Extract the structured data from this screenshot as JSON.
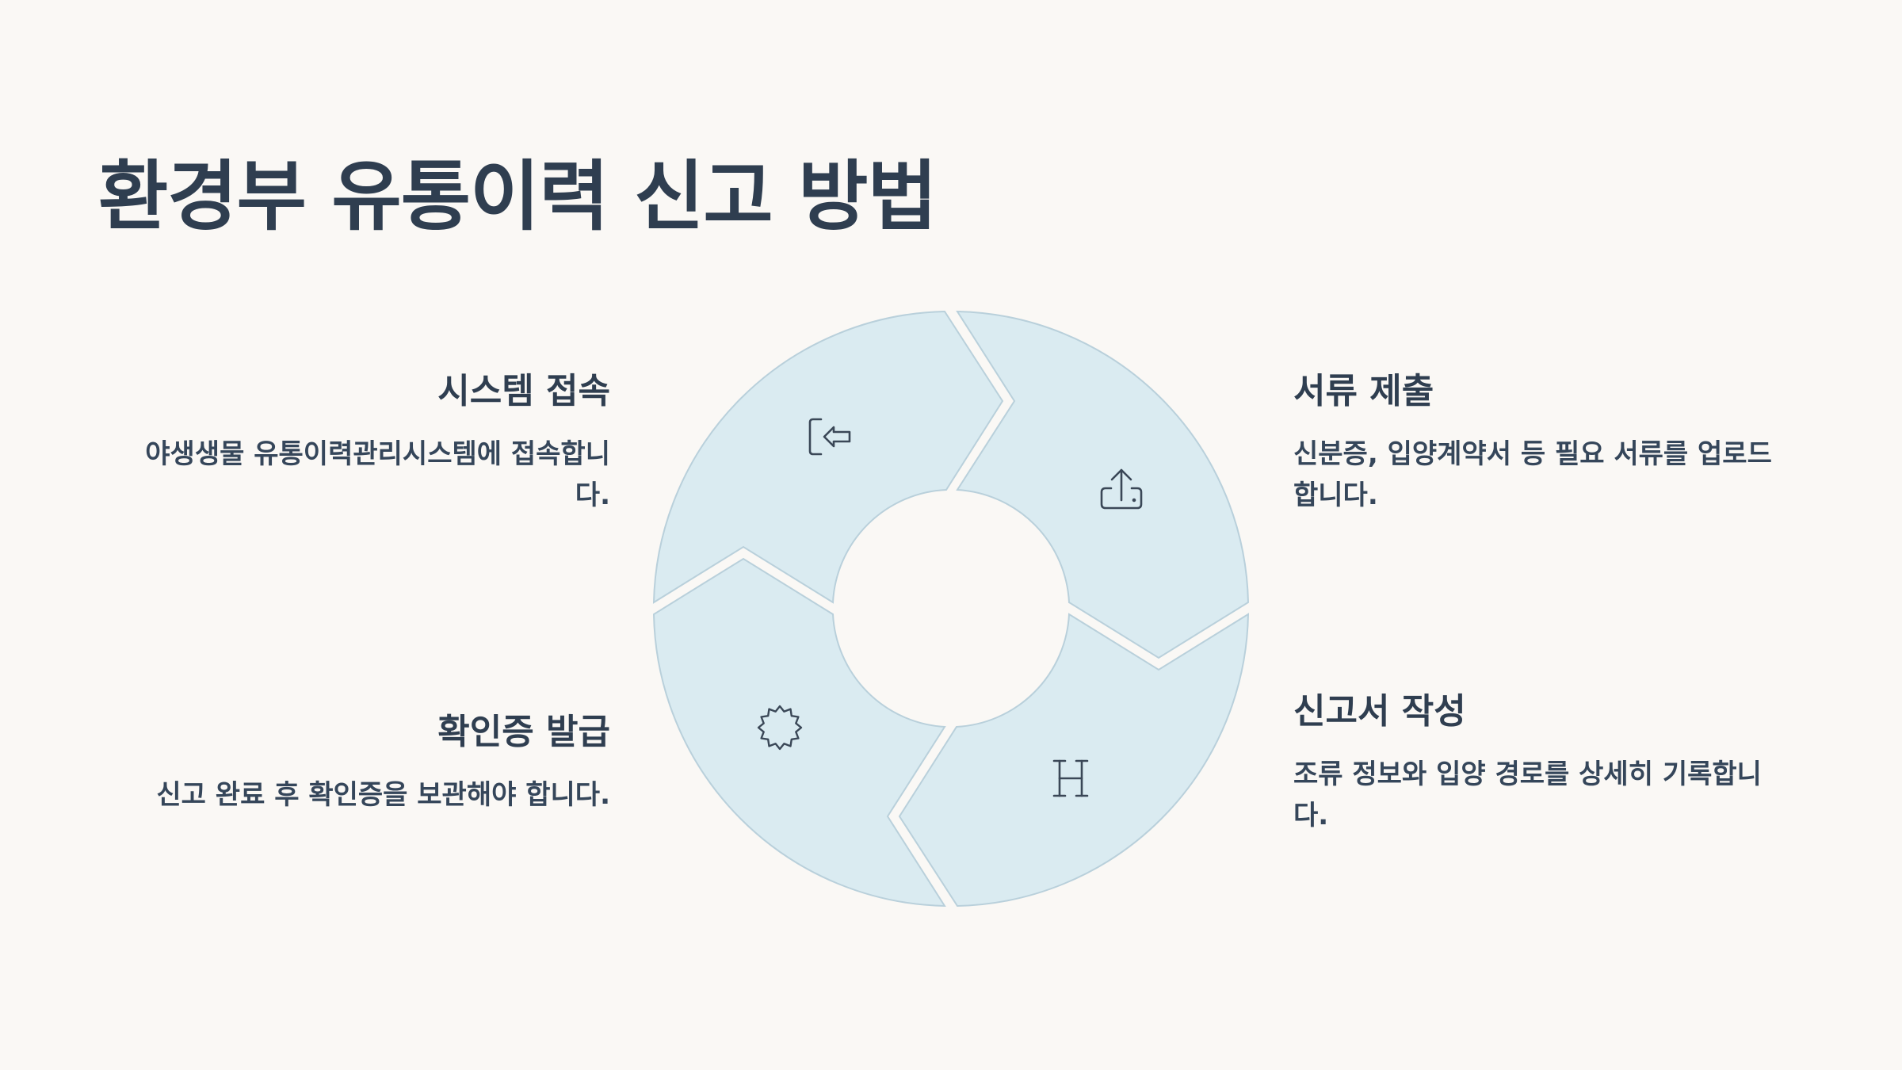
{
  "title": "환경부 유통이력 신고 방법",
  "steps": [
    {
      "title": "시스템 접속",
      "desc": "야생생물 유통이력관리시스템에 접속합니다.",
      "icon": "sign-in-icon"
    },
    {
      "title": "서류 제출",
      "desc": "신분증, 입양계약서 등 필요 서류를 업로드합니다.",
      "icon": "upload-icon"
    },
    {
      "title": "신고서 작성",
      "desc": "조류 정보와 입양 경로를 상세히 기록합니다.",
      "icon": "heading-icon"
    },
    {
      "title": "확인증 발급",
      "desc": "신고 완료 후 확인증을 보관해야 합니다.",
      "icon": "badge-icon"
    }
  ],
  "colors": {
    "segment_fill": "#daebf1",
    "segment_stroke": "#b9d0db",
    "text": "#2f3e50",
    "background": "#faf8f5"
  }
}
